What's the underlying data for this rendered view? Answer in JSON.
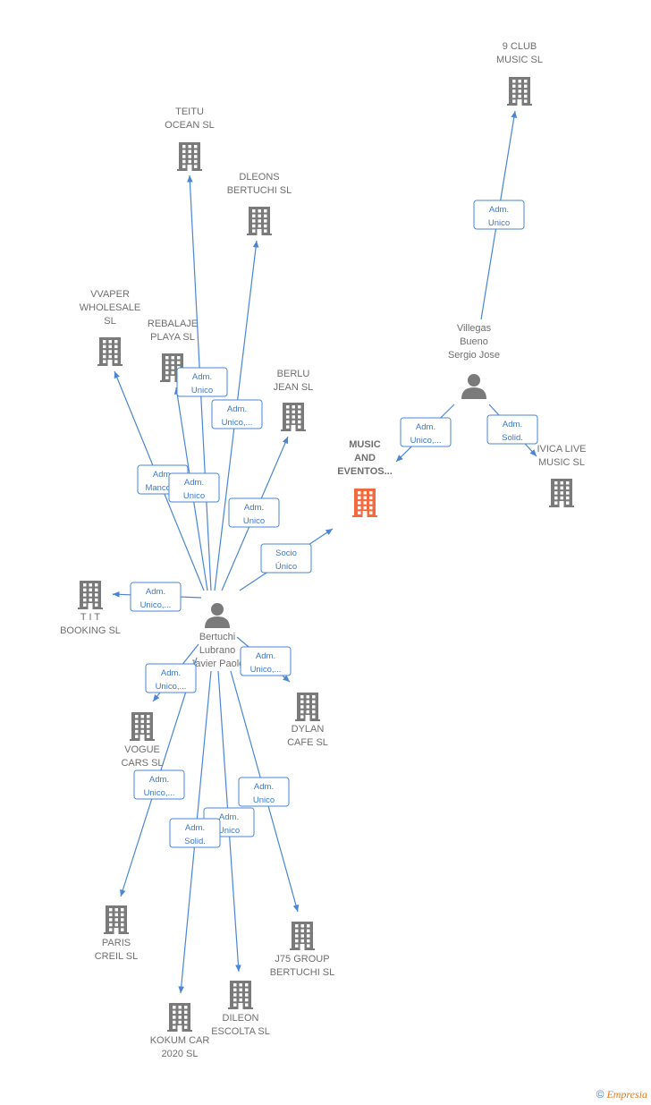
{
  "colors": {
    "edge": "#4a86d4",
    "building": "#7a7a7a",
    "focus": "#f26a3d",
    "person": "#7a7a7a"
  },
  "nodes": [
    {
      "id": "focus",
      "type": "company",
      "focus": true,
      "lines": [
        "MUSIC",
        "AND",
        "EVENTOS..."
      ]
    },
    {
      "id": "bertuchi",
      "type": "person",
      "lines": [
        "Bertuchi",
        "Lubrano",
        "Javier Paolo"
      ]
    },
    {
      "id": "villegas",
      "type": "person",
      "lines": [
        "Villegas",
        "Bueno",
        "Sergio Jose"
      ]
    },
    {
      "id": "9club",
      "type": "company",
      "lines": [
        "9 CLUB",
        "MUSIC  SL"
      ]
    },
    {
      "id": "teitu",
      "type": "company",
      "lines": [
        "TEITU",
        "OCEAN  SL"
      ]
    },
    {
      "id": "dleons",
      "type": "company",
      "lines": [
        "DLEONS",
        "BERTUCHI  SL"
      ]
    },
    {
      "id": "vvaper",
      "type": "company",
      "lines": [
        "VVAPER",
        "WHOLESALE",
        "SL"
      ]
    },
    {
      "id": "rebalaje",
      "type": "company",
      "lines": [
        "REBALAJE",
        "PLAYA SL"
      ]
    },
    {
      "id": "berlu",
      "type": "company",
      "lines": [
        "BERLU",
        "JEAN SL"
      ]
    },
    {
      "id": "ivica",
      "type": "company",
      "lines": [
        "IVICA LIVE",
        "MUSIC  SL"
      ]
    },
    {
      "id": "tit",
      "type": "company",
      "lines": [
        "T I T",
        "BOOKING  SL"
      ]
    },
    {
      "id": "dylan",
      "type": "company",
      "lines": [
        "DYLAN",
        "CAFE  SL"
      ]
    },
    {
      "id": "vogue",
      "type": "company",
      "lines": [
        "VOGUE",
        "CARS SL"
      ]
    },
    {
      "id": "paris",
      "type": "company",
      "lines": [
        "PARIS",
        "CREIL  SL"
      ]
    },
    {
      "id": "j75",
      "type": "company",
      "lines": [
        "J75 GROUP",
        "BERTUCHI  SL"
      ]
    },
    {
      "id": "dileon",
      "type": "company",
      "lines": [
        "DILEON",
        "ESCOLTA  SL"
      ]
    },
    {
      "id": "kokum",
      "type": "company",
      "lines": [
        "KOKUM CAR",
        "2020 SL"
      ]
    }
  ],
  "edges": [
    {
      "from": "villegas",
      "to": "9club",
      "label": [
        "Adm.",
        "Unico"
      ]
    },
    {
      "from": "villegas",
      "to": "focus",
      "label": [
        "Adm.",
        "Unico,..."
      ]
    },
    {
      "from": "villegas",
      "to": "ivica",
      "label": [
        "Adm.",
        "Solid."
      ]
    },
    {
      "from": "bertuchi",
      "to": "teitu",
      "label": [
        "Adm.",
        "Unico"
      ]
    },
    {
      "from": "bertuchi",
      "to": "dleons",
      "label": [
        "Adm.",
        "Unico,..."
      ]
    },
    {
      "from": "bertuchi",
      "to": "vvaper",
      "label": [
        "Adm.",
        "Mancom."
      ]
    },
    {
      "from": "bertuchi",
      "to": "rebalaje",
      "label": [
        "Adm.",
        "Unico"
      ]
    },
    {
      "from": "bertuchi",
      "to": "berlu",
      "label": [
        "Adm.",
        "Unico"
      ]
    },
    {
      "from": "bertuchi",
      "to": "focus",
      "label": [
        "Socio",
        "Único"
      ]
    },
    {
      "from": "bertuchi",
      "to": "tit",
      "label": [
        "Adm.",
        "Unico,..."
      ]
    },
    {
      "from": "bertuchi",
      "to": "dylan",
      "label": [
        "Adm.",
        "Unico,..."
      ]
    },
    {
      "from": "bertuchi",
      "to": "vogue",
      "label": [
        "Adm.",
        "Unico,..."
      ]
    },
    {
      "from": "bertuchi",
      "to": "paris",
      "label": [
        "Adm.",
        "Unico,..."
      ]
    },
    {
      "from": "bertuchi",
      "to": "j75",
      "label": [
        "Adm.",
        "Unico"
      ]
    },
    {
      "from": "bertuchi",
      "to": "dileon",
      "label": [
        "Adm.",
        "Unico"
      ]
    },
    {
      "from": "bertuchi",
      "to": "kokum",
      "label": [
        "Adm.",
        "Solid."
      ]
    }
  ],
  "footer": {
    "copyright": "©",
    "brand": "Empresia"
  }
}
